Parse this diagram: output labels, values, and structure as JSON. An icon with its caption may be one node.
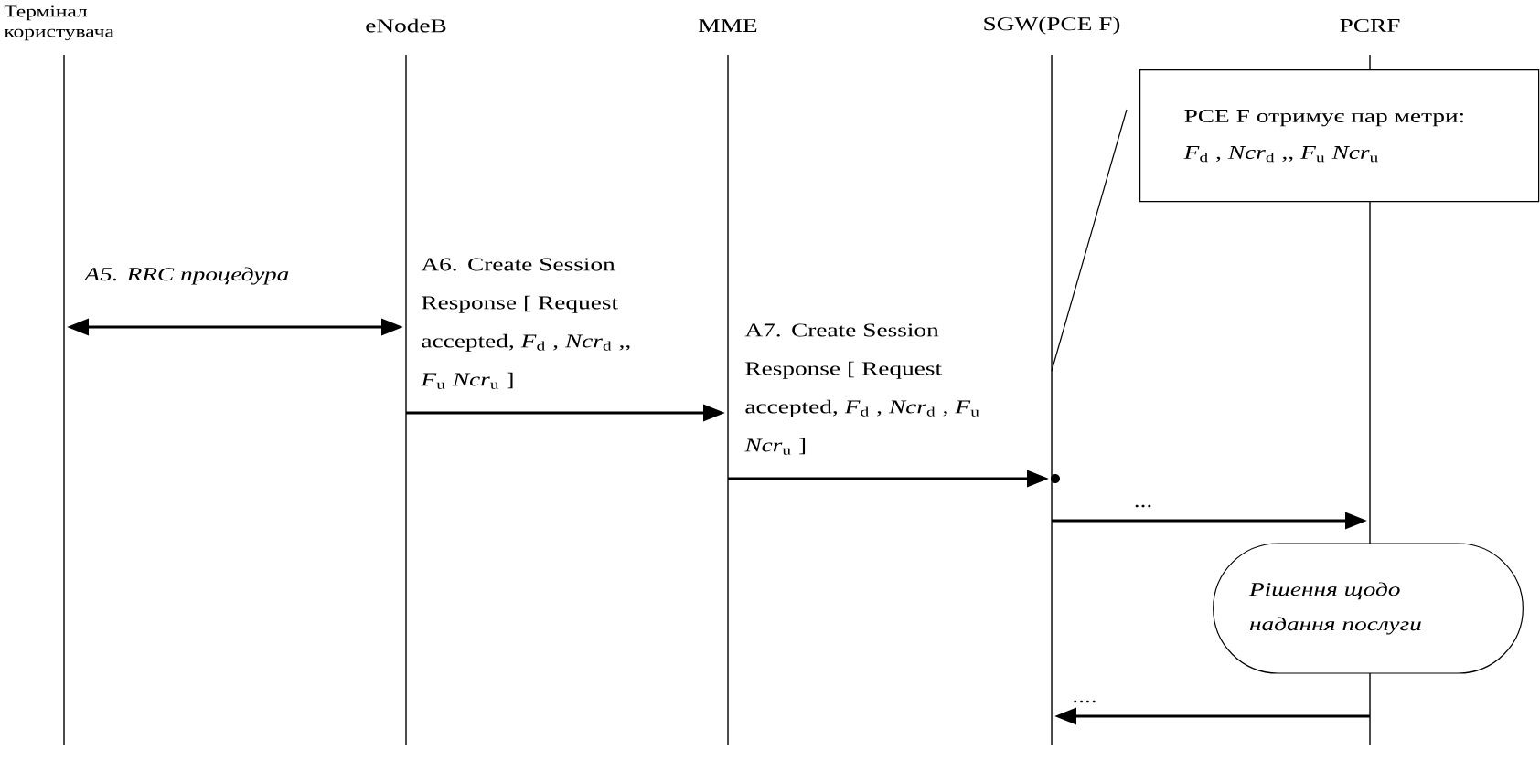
{
  "diagram": {
    "nodes": [
      {
        "text": [
          "Термінал користувача"
        ]
      },
      {
        "text": [
          "eNodeB"
        ]
      },
      {
        "text": [
          "MME"
        ]
      },
      {
        "text": [
          "SGW(PCE  F)"
        ]
      },
      {
        "text": [
          "PCRF"
        ]
      },
      {
        "text": [
          "PCE F отримує пар метри: *F*$_{d}$ , *Ncr*$_{d}$ ,, *F*$_{u}$ *Ncr*$_{u}$"
        ]
      },
      {
        "text": [
          "Рішення щодо надання послуги"
        ]
      }
    ],
    "edges": [
      {
        "from": 0,
        "to": 1,
        "arrow": "both",
        "label": "A5. RRC процедура"
      },
      {
        "from": 1,
        "to": 2,
        "arrow": "to",
        "label": "A6. Create Session Response [ Request accepted, *F*$_{d}$ , *Ncr*$_{d}$ ,, *F*$_{u}$ *Ncr*$_{u}$ ]"
      },
      {
        "from": 2,
        "to": 3,
        "arrow": "to",
        "label": "A7. Create Session Response [ Request accepted, *F*$_{d}$ , *Ncr*$_{d}$ , *F*$_{u}$ *Ncr*$_{u}$ ]"
      },
      {
        "from": 3,
        "to": 4,
        "arrow": "to",
        "label": "..."
      },
      {
        "from": 4,
        "to": 3,
        "arrow": "to",
        "label": "...."
      },
      {
        "from": 5,
        "to": 3,
        "arrow": "none"
      }
    ]
  }
}
